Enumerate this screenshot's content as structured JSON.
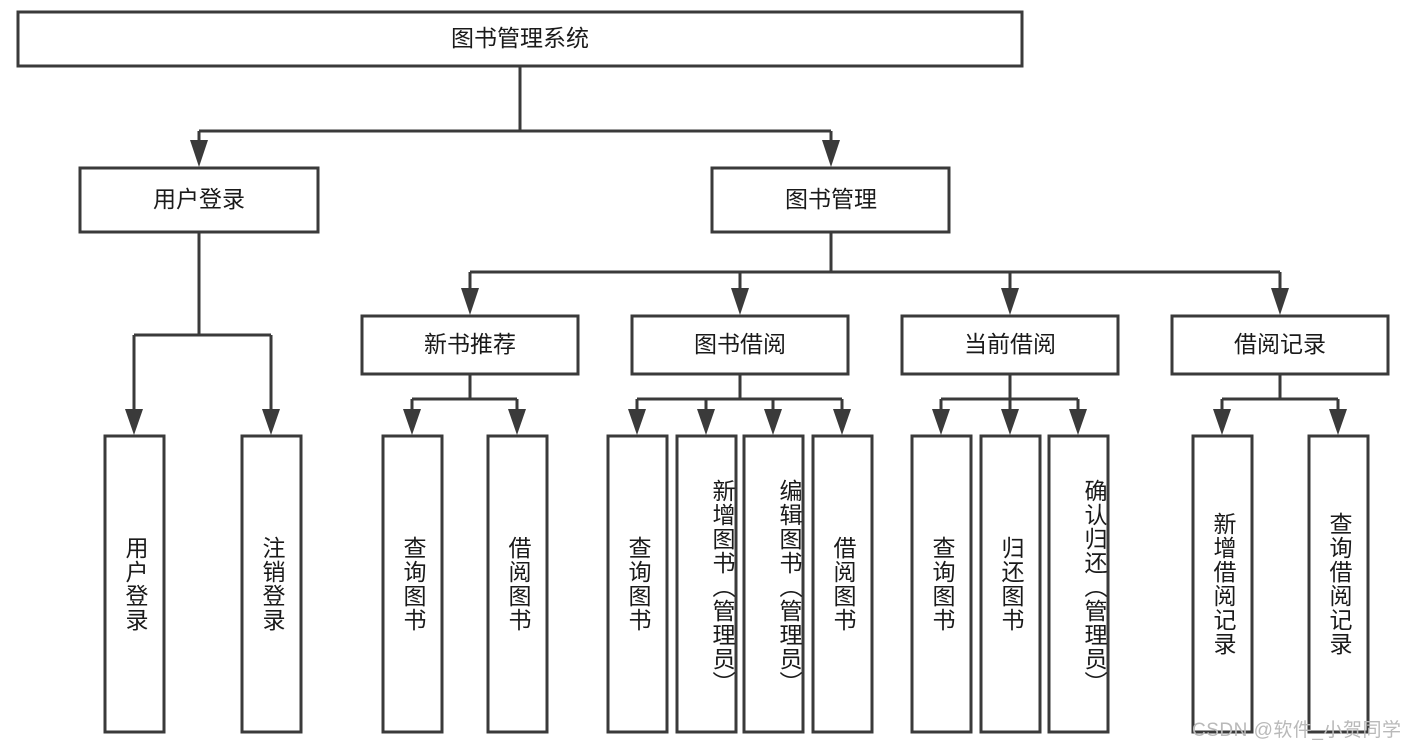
{
  "diagram": {
    "type": "tree",
    "title": "图书管理系统",
    "watermark": "CSDN @软件_小贺同学",
    "colors": {
      "stroke": "#3a3a3a",
      "background": "#ffffff",
      "text": "#1a1a1a",
      "watermark": "#b9b9b9"
    },
    "root": {
      "label": "图书管理系统"
    },
    "level2": [
      {
        "label": "用户登录"
      },
      {
        "label": "图书管理"
      }
    ],
    "level3": [
      {
        "label": "新书推荐"
      },
      {
        "label": "图书借阅"
      },
      {
        "label": "当前借阅"
      },
      {
        "label": "借阅记录"
      }
    ],
    "leaves": {
      "user_login": [
        {
          "label": "用户登录"
        },
        {
          "label": "注销登录"
        }
      ],
      "new_book_recommend": [
        {
          "label": "查询图书"
        },
        {
          "label": "借阅图书"
        }
      ],
      "book_borrow": [
        {
          "label": "查询图书"
        },
        {
          "label": "新增图书（管理员）"
        },
        {
          "label": "编辑图书（管理员）"
        },
        {
          "label": "借阅图书"
        }
      ],
      "current_borrow": [
        {
          "label": "查询图书"
        },
        {
          "label": "归还图书"
        },
        {
          "label": "确认归还（管理员）"
        }
      ],
      "borrow_record": [
        {
          "label": "新增借阅记录"
        },
        {
          "label": "查询借阅记录"
        }
      ]
    }
  }
}
